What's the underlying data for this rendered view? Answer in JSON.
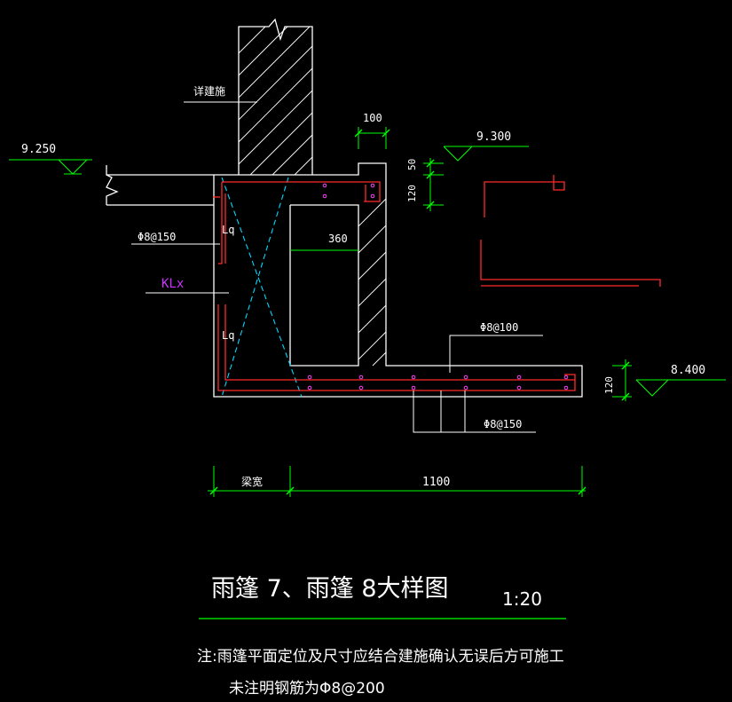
{
  "labels": {
    "arch_wall": "详建施",
    "level_left": "9.250",
    "level_top_right": "9.300",
    "level_bottom_right": "8.400",
    "dim_100": "100",
    "dim_50": "50",
    "dim_120_top": "120",
    "dim_120_bottom": "120",
    "dim_360": "360",
    "rebar_150_left": "Φ8@150",
    "rebar_100": "Φ8@100",
    "rebar_150_bottom": "Φ8@150",
    "lq_top": "Lq",
    "lq_bottom": "Lq",
    "beam_tag": "KLx",
    "beam_width": "梁宽",
    "dim_1100": "1100"
  },
  "title": {
    "main": "雨篷 7、雨篷 8大样图",
    "scale": "1:20"
  },
  "notes": {
    "line1": "注:雨篷平面定位及尺寸应结合建施确认无误后方可施工",
    "line2": "未注明钢筋为Φ8@200"
  },
  "colors": {
    "outline": "#ffffff",
    "rebar": "#ff2a2a",
    "dimension": "#00ff00",
    "hidden": "#00d8ff",
    "dots": "#ff40ff",
    "tag": "#cc33ff"
  }
}
